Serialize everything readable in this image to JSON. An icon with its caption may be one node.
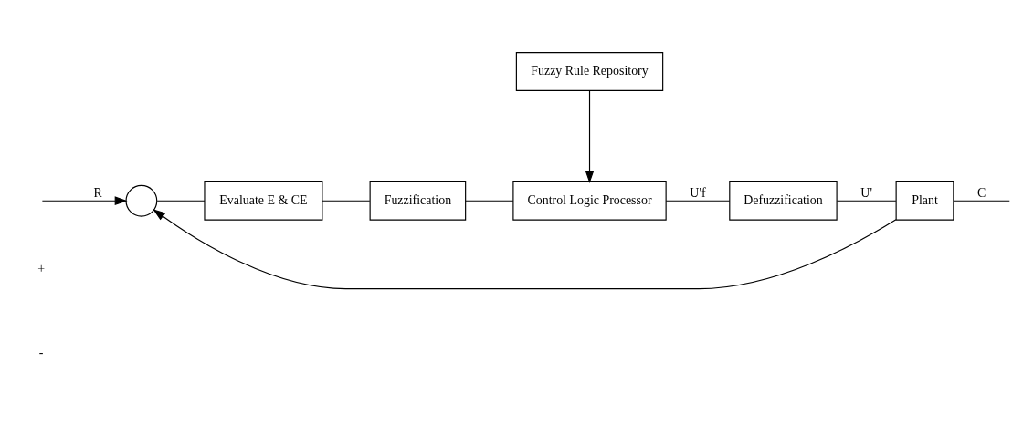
{
  "diagram": {
    "nodes": [
      {
        "text": [],
        "shape": "circle"
      },
      {
        "text": [
          "Evaluate E & CE"
        ]
      },
      {
        "text": [
          "Fuzzification"
        ]
      },
      {
        "text": [
          "Control Logic Processor"
        ]
      },
      {
        "text": [
          "Defuzzification"
        ]
      },
      {
        "text": [
          "Plant"
        ]
      },
      {
        "text": [
          "Fuzzy Rule Repository"
        ]
      }
    ],
    "edges": [
      {
        "from": null,
        "to": 0,
        "arrow": "to",
        "label": "R"
      },
      {
        "from": 0,
        "to": 1,
        "arrow": "none"
      },
      {
        "from": 1,
        "to": 2,
        "arrow": "none"
      },
      {
        "from": 2,
        "to": 3,
        "arrow": "none"
      },
      {
        "from": 3,
        "to": 4,
        "arrow": "none",
        "label": "U'f"
      },
      {
        "from": 4,
        "to": 5,
        "arrow": "none",
        "label": "U'"
      },
      {
        "from": 5,
        "to": null,
        "arrow": "none",
        "label": "C"
      },
      {
        "from": 5,
        "to": 0,
        "arrow": "to"
      },
      {
        "from": 6,
        "to": 3,
        "arrow": "to"
      }
    ],
    "labels": [
      "+",
      "-"
    ]
  }
}
